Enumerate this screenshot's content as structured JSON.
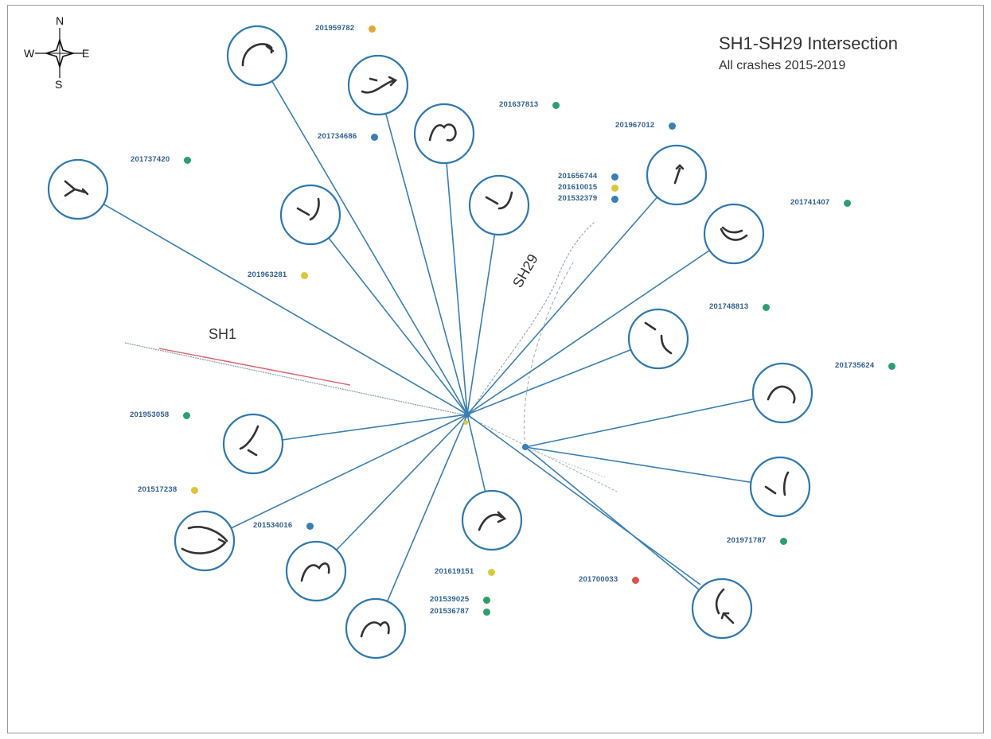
{
  "map": {
    "title": "SH1-SH29 Intersection",
    "subtitle": "All crashes 2015-2019",
    "roads": {
      "sh1": "SH1",
      "sh29": "SH29"
    },
    "compass": {
      "north": "N",
      "south": "S",
      "east": "E",
      "west": "W"
    },
    "colors": {
      "leader_line": "#3a7fb2",
      "circle": "#2f78ad",
      "road": "#7f8fa0",
      "sh1_segment": "#d9626e",
      "dot_blue": "#3a7fb2",
      "dot_green": "#2e9e6e",
      "dot_yellow": "#d8c73a",
      "dot_orange": "#e6a53a",
      "dot_red": "#d9534f"
    },
    "crashes": [
      {
        "id": "201959782",
        "dot": "orange"
      },
      {
        "id": "201637813",
        "dot": "green"
      },
      {
        "id": "201967012",
        "dot": "blue"
      },
      {
        "id": "201734686",
        "dot": "blue"
      },
      {
        "id": "201737420",
        "dot": "green"
      },
      {
        "id": "201656744",
        "dot": "blue"
      },
      {
        "id": "201610015",
        "dot": "yellow"
      },
      {
        "id": "201532379",
        "dot": "blue"
      },
      {
        "id": "201741407",
        "dot": "green"
      },
      {
        "id": "201963281",
        "dot": "yellow"
      },
      {
        "id": "201748813",
        "dot": "green"
      },
      {
        "id": "201735624",
        "dot": "green"
      },
      {
        "id": "201953058",
        "dot": "green"
      },
      {
        "id": "201517238",
        "dot": "yellow"
      },
      {
        "id": "201534016",
        "dot": "blue"
      },
      {
        "id": "201971787",
        "dot": "green"
      },
      {
        "id": "201619151",
        "dot": "yellow"
      },
      {
        "id": "201700033",
        "dot": "red"
      },
      {
        "id": "201539025",
        "dot": "green"
      },
      {
        "id": "201536787",
        "dot": "green"
      }
    ]
  }
}
